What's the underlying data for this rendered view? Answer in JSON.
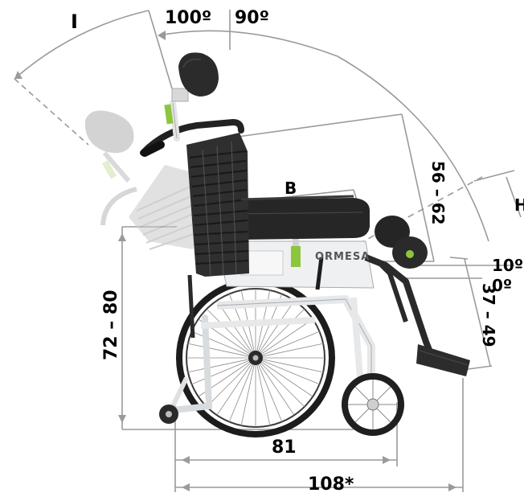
{
  "logo_text": "ORMESA",
  "labels": {
    "recline_letter": "I",
    "angle_100": "100º",
    "angle_90": "90º",
    "seat_depth_letter": "B",
    "backrest_height": "56 – 62",
    "footrest_letter": "H",
    "leg_angle_top": "10º",
    "leg_angle_bottom": "0º",
    "seat_height": "72 – 80",
    "leg_length": "37 – 49",
    "wheelbase": "81",
    "overall_length": "108*"
  },
  "colors": {
    "frame": "#e9ebec",
    "frame_edge": "#a9adb0",
    "backrest": "#2d2d2d",
    "wheel": "#1c1c1c",
    "accent_green": "#8cc63f",
    "dimension_line": "#9a9a9a",
    "ghost": "#bcbcbc"
  }
}
